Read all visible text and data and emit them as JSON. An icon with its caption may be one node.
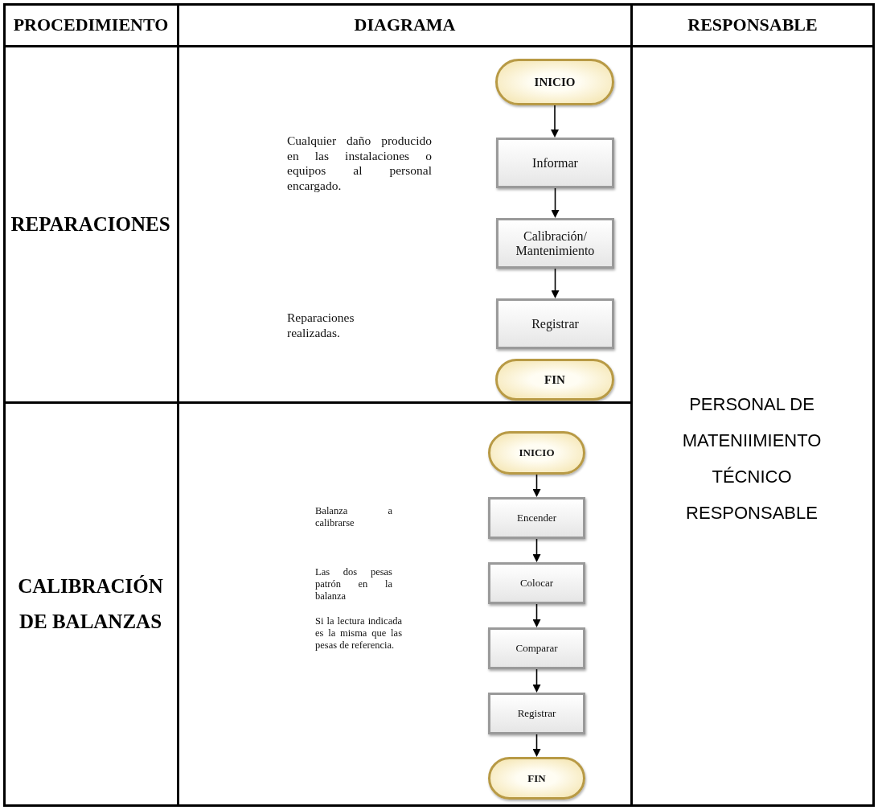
{
  "diagram": {
    "nodes": [
      {
        "text": [
          "INICIO"
        ]
      },
      {
        "text": [
          "Informar"
        ]
      },
      {
        "text": [
          "Calibración/ Mantenimiento"
        ]
      },
      {
        "text": [
          "Registrar"
        ]
      },
      {
        "text": [
          "FIN"
        ]
      },
      {
        "text": [
          "INICIO"
        ]
      },
      {
        "text": [
          "Encender"
        ]
      },
      {
        "text": [
          "Colocar"
        ]
      },
      {
        "text": [
          "Comparar"
        ]
      },
      {
        "text": [
          "Registrar"
        ]
      },
      {
        "text": [
          "FIN"
        ]
      }
    ],
    "edges": [
      {
        "from": 0,
        "to": 1,
        "arrow": "to"
      },
      {
        "from": 1,
        "to": 2,
        "arrow": "to"
      },
      {
        "from": 2,
        "to": 3,
        "arrow": "to"
      },
      {
        "from": 5,
        "to": 6,
        "arrow": "to"
      },
      {
        "from": 6,
        "to": 7,
        "arrow": "to"
      },
      {
        "from": 7,
        "to": 8,
        "arrow": "to"
      },
      {
        "from": 8,
        "to": 9,
        "arrow": "to"
      },
      {
        "from": 9,
        "to": 10,
        "arrow": "to"
      }
    ],
    "labels": [
      "PROCEDIMIENTO",
      "DIAGRAMA",
      "RESPONSABLE",
      "REPARACIONES",
      "Cualquier daño producido en las instalaciones o equipos al personal encargado.",
      "Reparaciones realizadas.",
      "PERSONAL DE MATENIIMIENTO TÉCNICO RESPONSABLE",
      "CALIBRACIÓN DE BALANZAS",
      "Balanza a calibrarse",
      "Las dos pesas patrón en la balanza",
      "Si la lectura indicada es la misma que las pesas de referencia."
    ]
  }
}
